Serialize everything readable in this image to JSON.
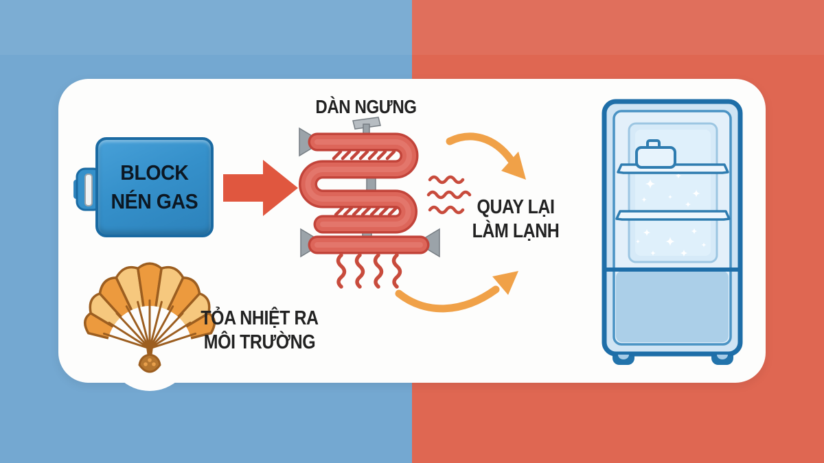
{
  "labels": {
    "compressor_line1": "BLOCK",
    "compressor_line2": "NÉN GAS",
    "condenser": "DÀN NGƯNG",
    "return_line1": "QUAY LẠI",
    "return_line2": "LÀM LẠNH",
    "heat_line1": "TỎA NHIỆT RA",
    "heat_line2": "MÔI TRƯỜNG"
  },
  "icons": {
    "compressor_block": "blue rounded compressor box",
    "flow_arrow": "red right arrow",
    "condenser_coil": "red serpentine coil with gray mounts",
    "heat_waves_right": "three wavy heat lines",
    "heat_waves_bottom": "four vertical heat squiggles",
    "curved_arrow_top": "orange curved arrow down-right",
    "curved_arrow_bottom": "orange curved arrow up-right",
    "hand_fan": "orange folding hand fan",
    "refrigerator": "blue outlined fridge with shelves, pot and frost sparkles"
  },
  "palette": {
    "bg_left": "#74a8d1",
    "bg_right": "#df6752",
    "card": "#fdfdfc",
    "block_blue": "#3590ca",
    "block_border": "#1a6aa2",
    "coil_outline": "#c2443a",
    "coil_fill": "#dd665a",
    "gray_mount": "#9ba3a9",
    "orange_arrow": "#f0a148",
    "fan_orange": "#ec9a3e",
    "fan_light": "#f6c87e",
    "fan_outline": "#9c5e20",
    "fridge_border": "#1e6ea8",
    "fridge_body": "#cfe4f4",
    "fridge_lower": "#abcfe8",
    "text": "#222222"
  }
}
